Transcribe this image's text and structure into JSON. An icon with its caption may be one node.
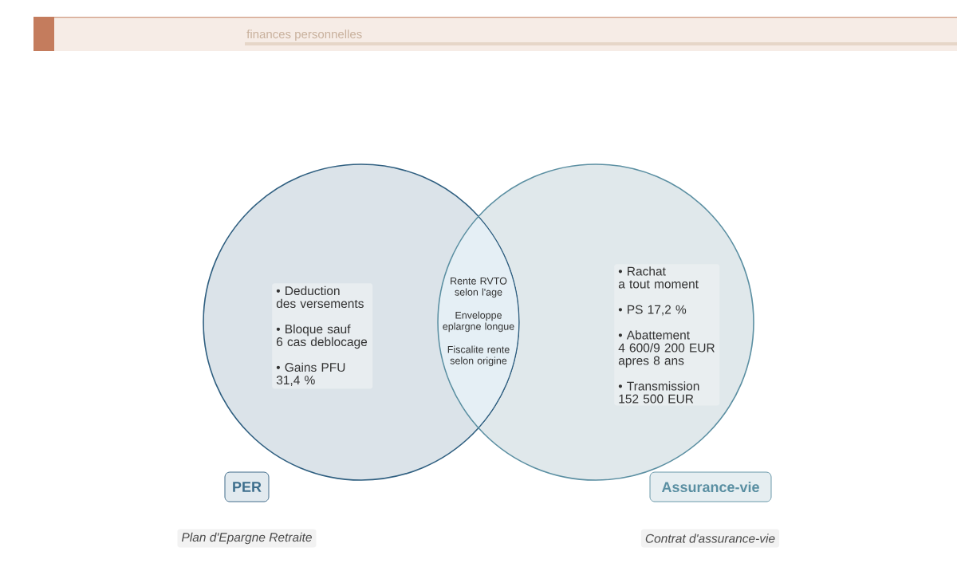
{
  "diagram": {
    "nodes": [
      {
        "text": [],
        "shape": "circle"
      },
      {
        "text": [],
        "shape": "circle"
      },
      {
        "text": [
          "• Deduction des versements",
          "• Bloque sauf 6 cas deblocage",
          "• Gains PFU 31,4 %"
        ],
        "in": 0
      },
      {
        "text": [
          "Rente RVTO selon l'age",
          "Enveloppe eplargne longue",
          "Fiscalite rente selon origine"
        ]
      },
      {
        "text": [
          "• Rachat a tout moment",
          "• PS 17,2 %",
          "• Abattement 4 600/9 200 EUR apres 8 ans",
          "• Transmission 152 500 EUR"
        ],
        "in": 1
      },
      {
        "text": [
          "PER"
        ],
        "beside": [
          "Plan d'Epargne Retraite"
        ]
      },
      {
        "text": [
          "Assurance-vie"
        ],
        "beside": [
          "Contrat d'assurance-vie"
        ]
      }
    ],
    "labels": [
      "finances personnelles"
    ]
  }
}
